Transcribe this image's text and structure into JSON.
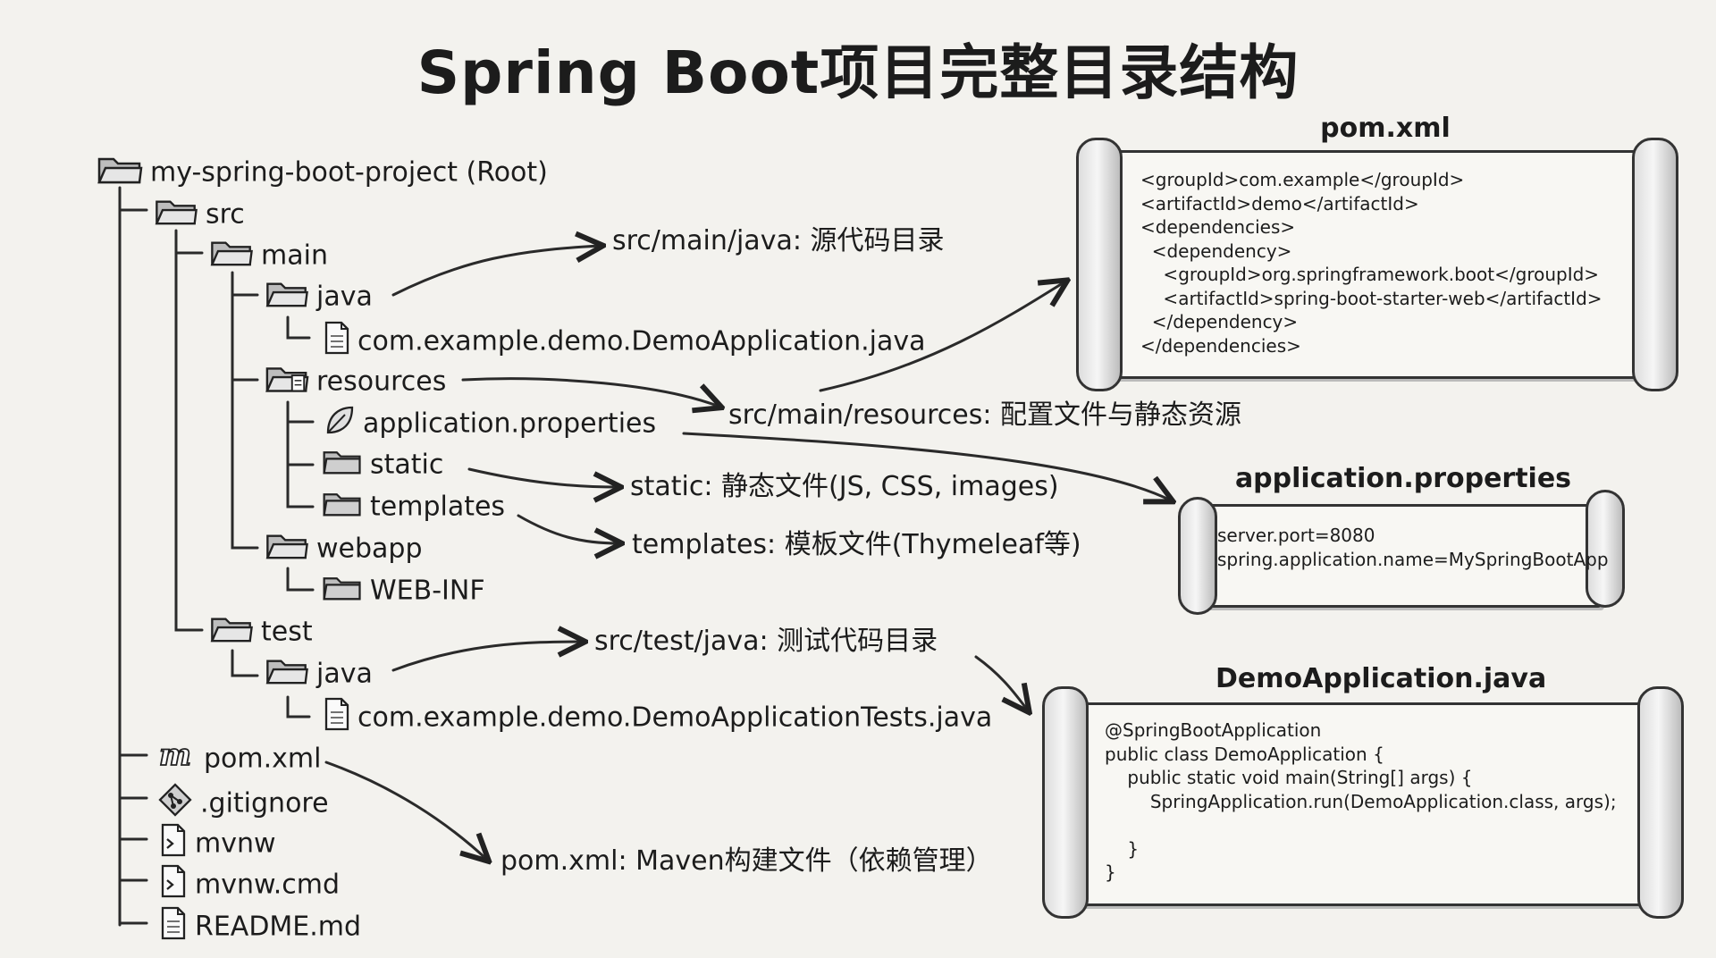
{
  "title": "Spring Boot项目完整目录结构",
  "tree": {
    "root": "my-spring-boot-project (Root)",
    "src": "src",
    "main": "main",
    "main_java": "java",
    "main_java_file": "com.example.demo.DemoApplication.java",
    "resources": "resources",
    "app_props": "application.properties",
    "static": "static",
    "templates": "templates",
    "webapp": "webapp",
    "webinf": "WEB-INF",
    "test": "test",
    "test_java": "java",
    "test_java_file": "com.example.demo.DemoApplicationTests.java",
    "pom": "pom.xml",
    "gitignore": ".gitignore",
    "mvnw": "mvnw",
    "mvnw_cmd": "mvnw.cmd",
    "readme": "README.md"
  },
  "notes": {
    "main_java": "src/main/java: 源代码目录",
    "resources": "src/main/resources: 配置文件与静态资源",
    "static": "static: 静态文件(JS, CSS, images)",
    "templates": "templates: 模板文件(Thymeleaf等)",
    "test_java": "src/test/java: 测试代码目录",
    "pom": "pom.xml: Maven构建文件（依赖管理）"
  },
  "pom_scroll": {
    "title": "pom.xml",
    "lines": [
      "<groupId>com.example</groupId>",
      "<artifactId>demo</artifactId>",
      "<dependencies>",
      "  <dependency>",
      "    <groupId>org.springframework.boot</groupId>",
      "    <artifactId>spring-boot-starter-web</artifactId>",
      "  </dependency>",
      "</dependencies>"
    ]
  },
  "props_scroll": {
    "title": "application.properties",
    "lines": [
      "server.port=8080",
      "spring.application.name=MySpringBootApp"
    ]
  },
  "demo_scroll": {
    "title": "DemoApplication.java",
    "lines": [
      "@SpringBootApplication",
      "public class DemoApplication {",
      "    public static void main(String[] args) {",
      "        SpringApplication.run(DemoApplication.class, args);",
      "",
      "    }",
      "}"
    ]
  },
  "icons": [
    "folder-icon",
    "file-icon",
    "leaf-icon",
    "maven-icon",
    "git-icon",
    "terminal-icon"
  ]
}
